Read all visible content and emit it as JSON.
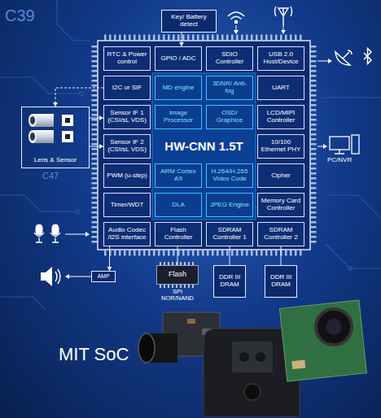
{
  "diagram": {
    "title": "MIT SoC",
    "nodes": [
      {
        "text": [
          "Key/ Battery detect"
        ]
      },
      {
        "text": [
          "RTC & Power control"
        ]
      },
      {
        "text": [
          "GPIO / ADC"
        ]
      },
      {
        "text": [
          "SDIO Controller"
        ]
      },
      {
        "text": [
          "USB 2.0 Host/Device"
        ]
      },
      {
        "text": [
          "I2C or SIF"
        ]
      },
      {
        "text": [
          "MD engine"
        ]
      },
      {
        "text": [
          "3DNR/ Anti-fog"
        ]
      },
      {
        "text": [
          "UART"
        ]
      },
      {
        "text": [
          "Sensor IF 1 (CSI/sL VDS)"
        ]
      },
      {
        "text": [
          "Image Processor"
        ]
      },
      {
        "text": [
          "OSD/ Graphice"
        ]
      },
      {
        "text": [
          "LCD/MIPI Controller"
        ]
      },
      {
        "text": [
          "Sensor IF 2 (CSI/sL VDS)"
        ]
      },
      {
        "text": [
          "HW-CNN 1.5T"
        ]
      },
      {
        "text": [
          "10/100 Ethernet PHY"
        ]
      },
      {
        "text": [
          "PWM (u-step)"
        ]
      },
      {
        "text": [
          "ARM Cortex A9"
        ]
      },
      {
        "text": [
          "H.264/H.265 Video Code"
        ]
      },
      {
        "text": [
          "Cipher"
        ]
      },
      {
        "text": [
          "Timer/WDT"
        ]
      },
      {
        "text": [
          "DLA"
        ]
      },
      {
        "text": [
          "JPEG Engine"
        ]
      },
      {
        "text": [
          "Memory Card Controller"
        ]
      },
      {
        "text": [
          "Audio Codec /I2S interface"
        ]
      },
      {
        "text": [
          "Flash Controller"
        ]
      },
      {
        "text": [
          "SDRAM Controller 1"
        ]
      },
      {
        "text": [
          "SDRAM Controller 2"
        ]
      },
      {
        "text": [
          "Lens & Sensor"
        ]
      },
      {
        "text": [
          "AMP"
        ]
      },
      {
        "text": [
          "Flash",
          "SPI NOR/NAND"
        ]
      },
      {
        "text": [
          "DDR III DRAM"
        ]
      },
      {
        "text": [
          "DDR III DRAM"
        ]
      }
    ],
    "edges": [
      {
        "from": 0,
        "to": 2,
        "arrow": "to"
      },
      {
        "from": 5,
        "to": 28,
        "arrow": "to"
      },
      {
        "from": 28,
        "to": 9,
        "arrow": "to"
      },
      {
        "from": 28,
        "to": 13,
        "arrow": "to"
      },
      {
        "from": 24,
        "to": 29,
        "arrow": "to"
      },
      {
        "from": 25,
        "to": 30,
        "arrow": "none"
      },
      {
        "from": 26,
        "to": 31,
        "arrow": "none"
      },
      {
        "from": 27,
        "to": 32,
        "arrow": "none"
      }
    ],
    "labels": [
      "C39",
      "C47",
      "PC/NVR"
    ]
  }
}
